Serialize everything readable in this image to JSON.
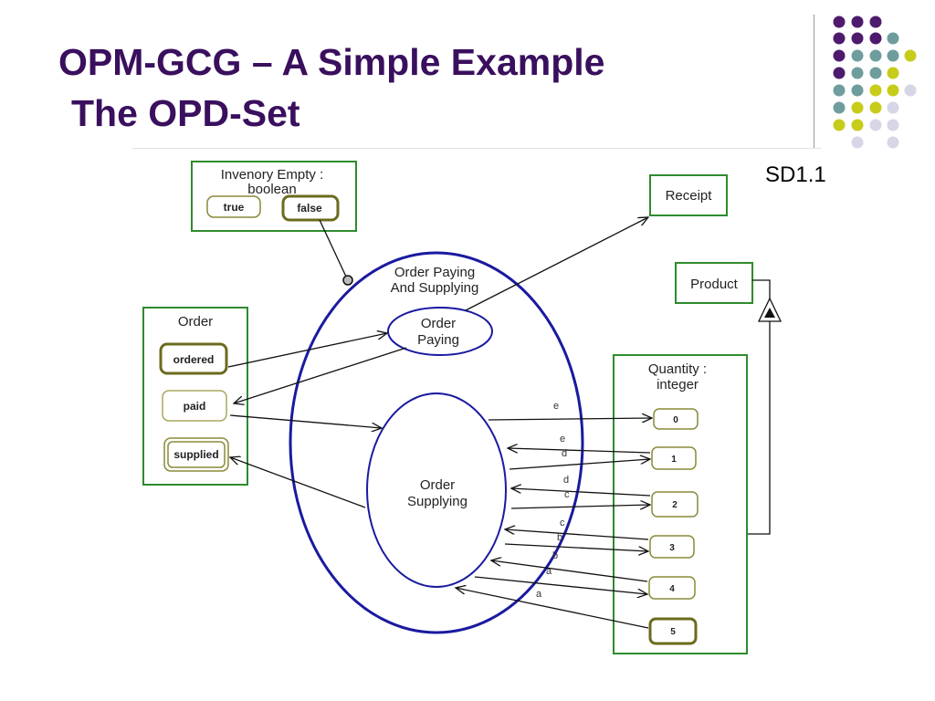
{
  "slide": {
    "title_line1": "OPM-GCG – A Simple Example",
    "title_line2": "The OPD-Set",
    "sd_label": "SD1.1",
    "accent_colors": {
      "purple": "#4e1a6e",
      "teal": "#6f9d9e",
      "yellow_green": "#c7cc1a",
      "lavender": "#d6d6e6"
    }
  },
  "diagram": {
    "inventory": {
      "name_line1": "Invenory Empty :",
      "name_line2": "boolean",
      "state_true": "true",
      "state_false": "false"
    },
    "receipt": "Receipt",
    "product": "Product",
    "order": {
      "name": "Order",
      "state_ordered": "ordered",
      "state_paid": "paid",
      "state_supplied": "supplied"
    },
    "quantity": {
      "name_line1": "Quantity :",
      "name_line2": "integer",
      "states": [
        "0",
        "1",
        "2",
        "3",
        "4",
        "5"
      ]
    },
    "process_main": {
      "line1": "Order Paying",
      "line2": "And Supplying"
    },
    "process_paying": {
      "line1": "Order",
      "line2": "Paying"
    },
    "process_supplying": {
      "line1": "Order",
      "line2": "Supplying"
    },
    "link_labels": [
      "e",
      "e",
      "d",
      "d",
      "c",
      "c",
      "b",
      "b",
      "a",
      "a"
    ]
  }
}
